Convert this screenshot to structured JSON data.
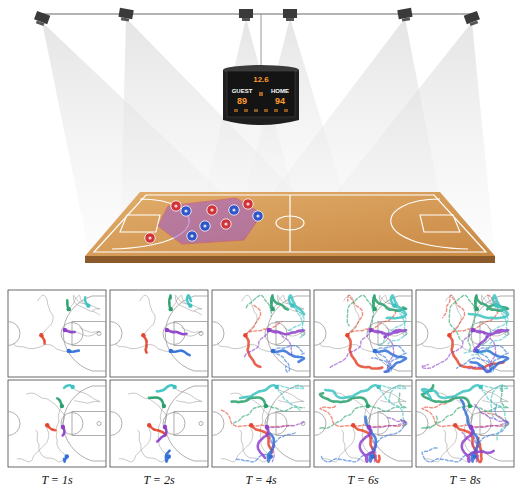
{
  "diagram": {
    "nodes": [
      {
        "text": [
          "12.6",
          "GUEST",
          "HOME",
          "89",
          "94"
        ]
      }
    ],
    "labels": [
      "T = 1s",
      "T = 2s",
      "T = 4s",
      "T = 6s",
      "T = 8s"
    ]
  }
}
